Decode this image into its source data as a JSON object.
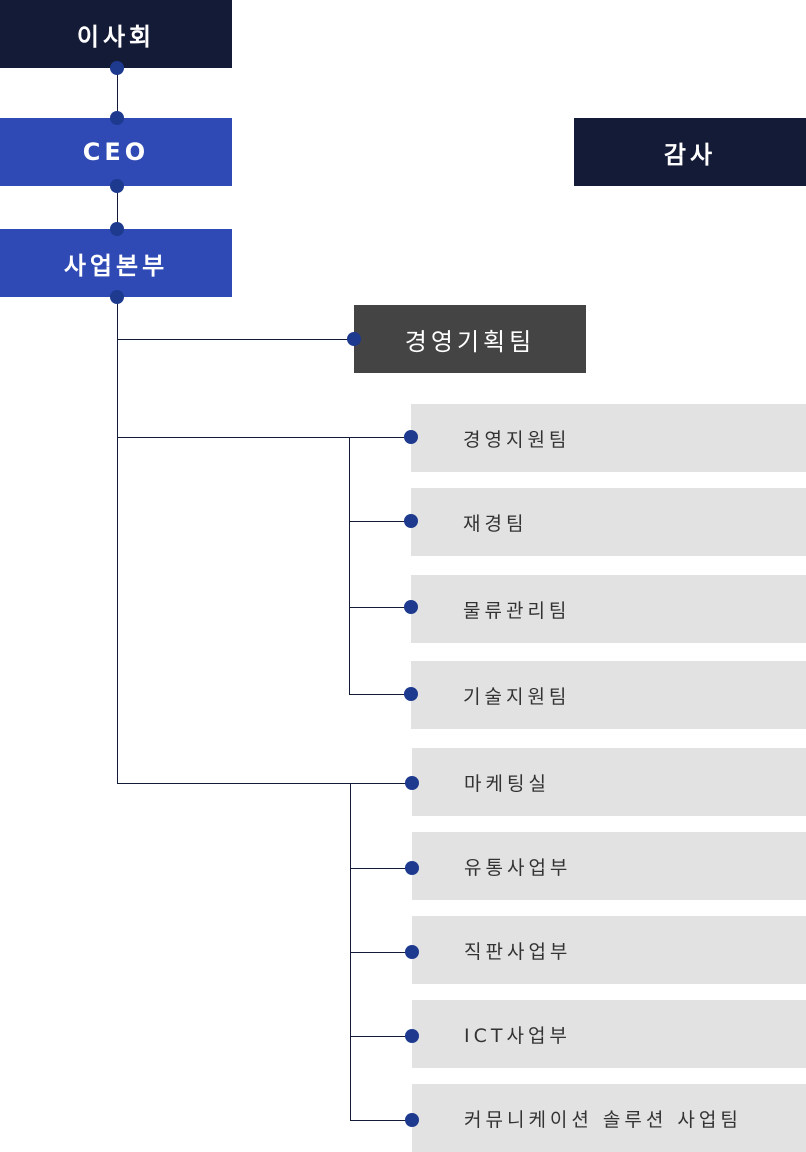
{
  "org": {
    "board": "이사회",
    "ceo": "CEO",
    "audit": "감사",
    "business_hq": "사업본부",
    "planning_team": "경영기획팀",
    "support_group": [
      "경영지원팀",
      "재경팀",
      "물류관리팀",
      "기술지원팀"
    ],
    "marketing_group": [
      "마케팅실",
      "유통사업부",
      "직판사업부",
      "ICT사업부",
      "커뮤니케이션 솔루션 사업팀"
    ]
  },
  "colors": {
    "navy": "#141b36",
    "blue": "#2f4ab4",
    "gray": "#444444",
    "team_bg": "#e2e2e2",
    "dot": "#1e3a8f"
  }
}
